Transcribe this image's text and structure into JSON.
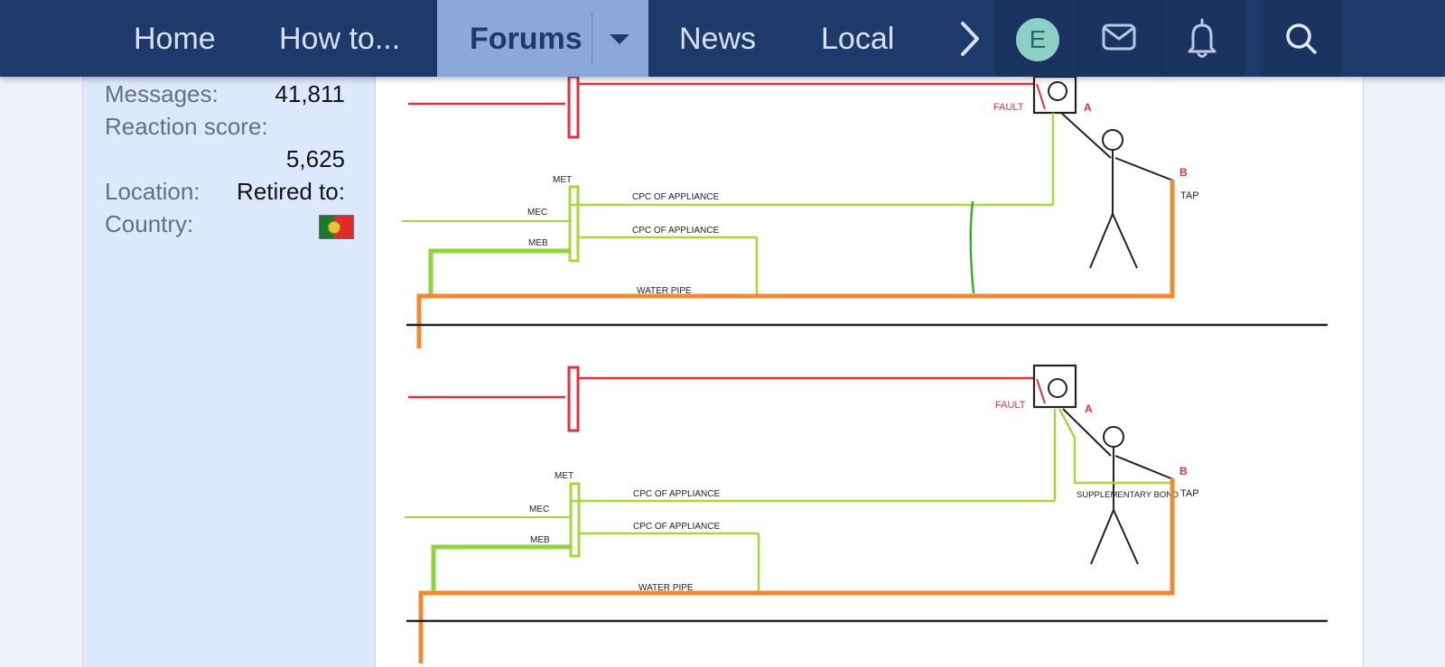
{
  "nav": {
    "items": [
      "Home",
      "How to...",
      "Forums",
      "News",
      "Local"
    ],
    "active": "Forums",
    "user_initial": "E"
  },
  "user_info": {
    "messages_label": "Messages:",
    "messages_value": "41,811",
    "reaction_label": "Reaction score:",
    "reaction_value": "5,625",
    "location_label": "Location:",
    "location_value": "Retired to:",
    "country_label": "Country:"
  },
  "diagram": {
    "top": {
      "fault": "FAULT",
      "point_a": "A",
      "point_b": "B",
      "tap": "TAP",
      "met": "MET",
      "mec": "MEC",
      "meb": "MEB",
      "cpc1": "CPC OF APPLIANCE",
      "cpc2": "CPC OF APPLIANCE",
      "water_pipe": "WATER PIPE"
    },
    "bottom": {
      "fault": "FAULT",
      "point_a": "A",
      "point_b": "B",
      "tap": "TAP",
      "met": "MET",
      "mec": "MEC",
      "meb": "MEB",
      "cpc1": "CPC OF APPLIANCE",
      "cpc2": "CPC OF APPLIANCE",
      "water_pipe": "WATER PIPE",
      "supplementary_bond": "SUPPLEMENTARY BOND"
    }
  },
  "colors": {
    "nav_bg": "#1e3a6b",
    "nav_active_bg": "#8aa9da",
    "line_live": "#e0313f",
    "line_earth": "#a6d83a",
    "line_water": "#f08a30",
    "sidebar_bg": "#dce8fb"
  },
  "icons": [
    "chevron-right-icon",
    "user-avatar",
    "mail-icon",
    "bell-icon",
    "search-icon"
  ]
}
